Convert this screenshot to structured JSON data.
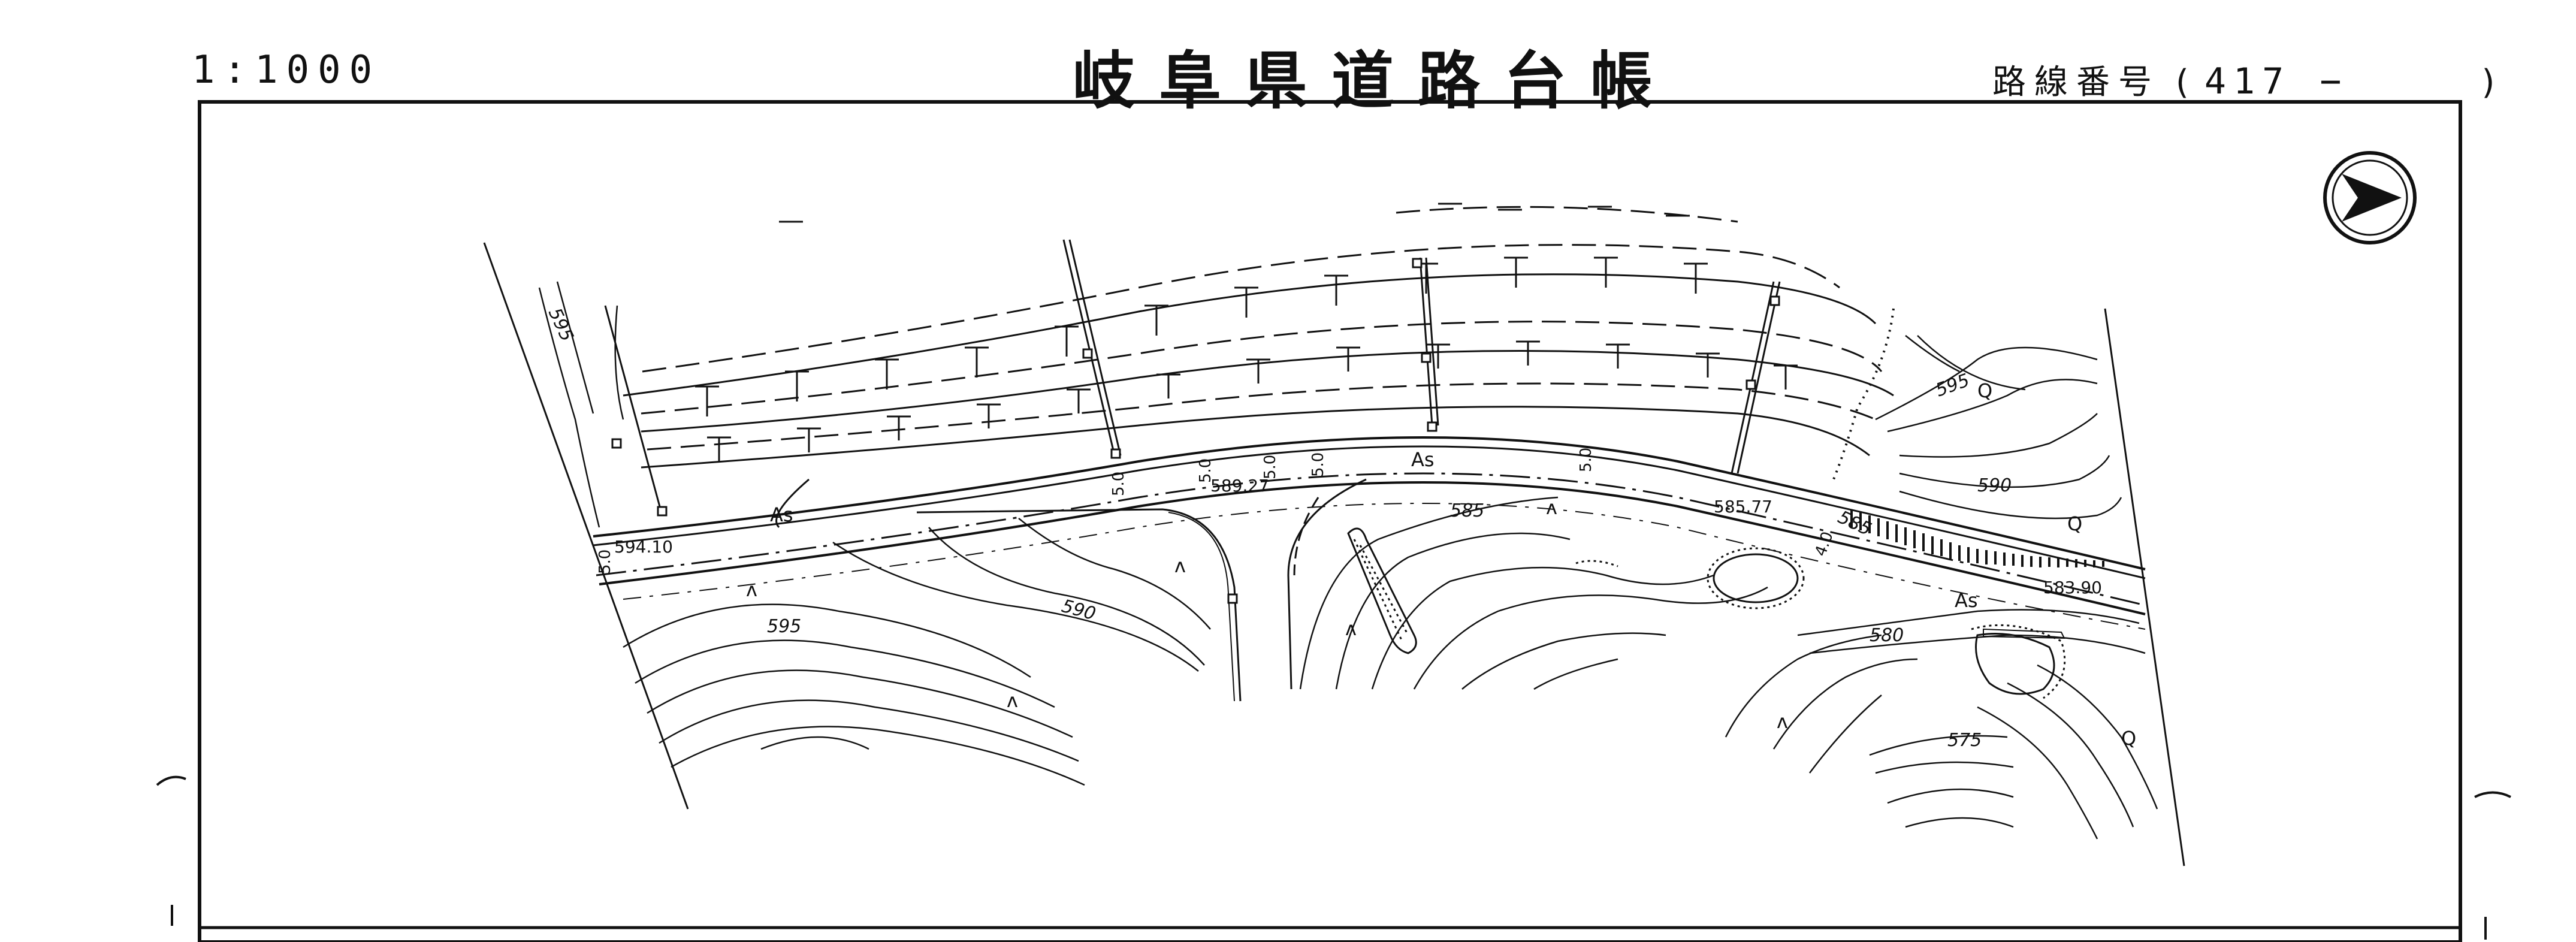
{
  "header": {
    "scale": "1:1000",
    "title": "岐阜県道路台帳",
    "route_label": "路線番号",
    "route_open": "(",
    "route_number": "417 −",
    "route_close": ")"
  },
  "map": {
    "elevations": {
      "e1": "594.10",
      "e2": "589.27",
      "e3": "585.77",
      "e4": "583.90"
    },
    "contours": {
      "c595_left": "595",
      "c595_main": "595",
      "c590_mid": "590",
      "c585": "585",
      "c595_right": "595",
      "c590_right": "590",
      "c585_right": "585",
      "c580": "580",
      "c575": "575"
    },
    "pavement_labels": {
      "a1": "As",
      "a2": "As",
      "a3": "As"
    },
    "widths": {
      "w1": "5.0",
      "w2": "5.0",
      "w3": "5.0",
      "w4": "5.0",
      "w5": "5.0",
      "w6": "5.0",
      "w7": "4.0"
    },
    "symbols": {
      "grass": "ʌ",
      "tree": "Q"
    }
  }
}
